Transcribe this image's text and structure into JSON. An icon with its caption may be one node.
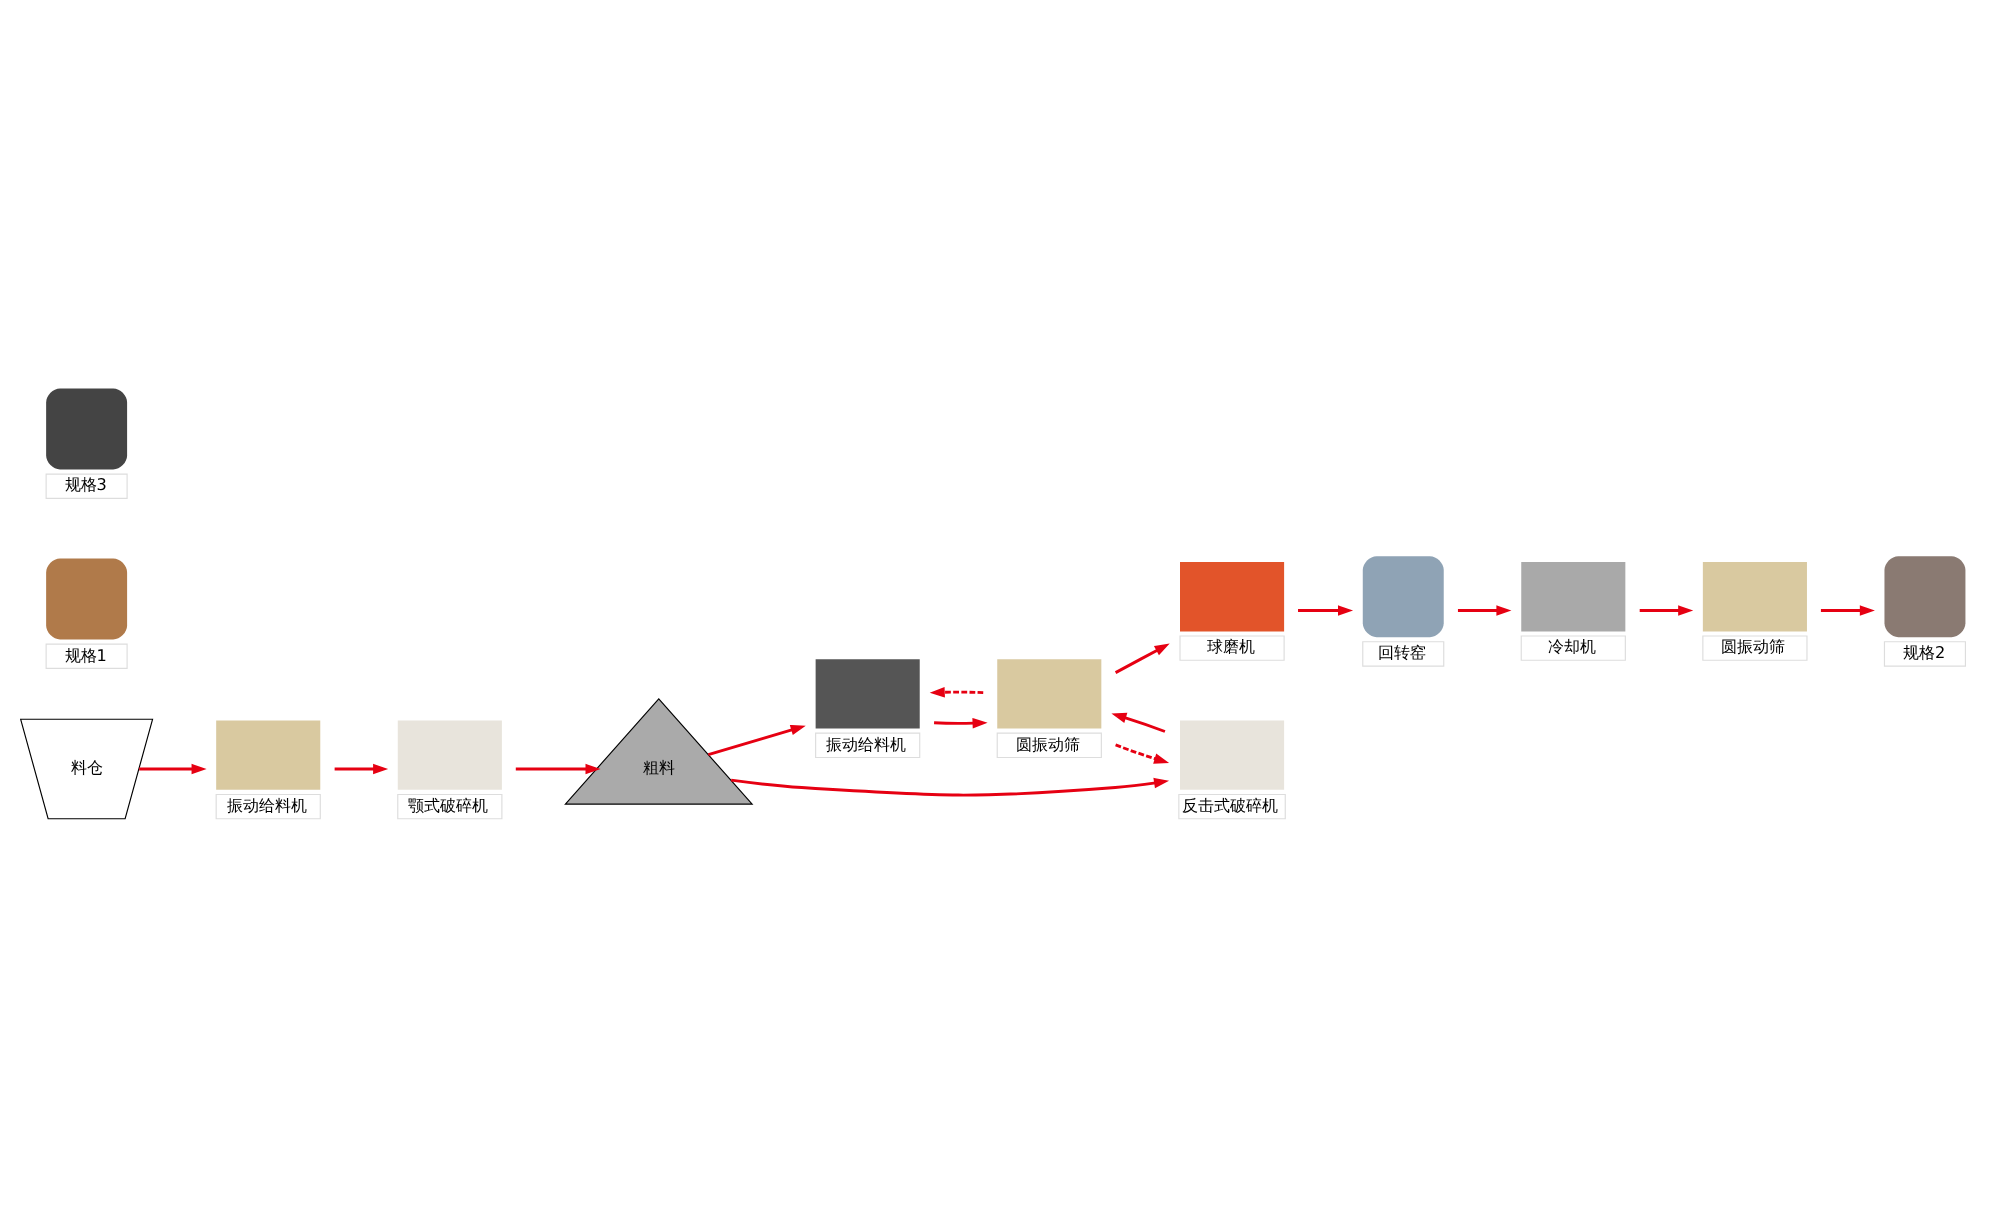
{
  "diagram": {
    "nodes": [
      {
        "text": [
          "料仓"
        ]
      },
      {
        "text": [],
        "shape": "box",
        "beside": [
          "振动给料机"
        ]
      },
      {
        "text": [],
        "shape": "box",
        "beside": [
          "颚式破碎机"
        ]
      },
      {
        "text": [
          "粗料"
        ]
      },
      {
        "text": [],
        "shape": "box",
        "beside": [
          "振动给料机"
        ]
      },
      {
        "text": [],
        "shape": "box",
        "beside": [
          "反击式破碎机"
        ]
      },
      {
        "text": [],
        "shape": "box",
        "beside": [
          "圆振动筛"
        ]
      },
      {
        "text": [],
        "shape": "box",
        "beside": [
          "球磨机"
        ]
      },
      {
        "text": [],
        "shape": "circle",
        "beside": [
          "回转窑"
        ]
      },
      {
        "text": [],
        "shape": "box",
        "beside": [
          "冷却机"
        ]
      },
      {
        "text": [],
        "shape": "box",
        "beside": [
          "圆振动筛"
        ]
      },
      {
        "text": [],
        "shape": "circle",
        "beside": [
          "规格1"
        ]
      },
      {
        "text": [],
        "shape": "circle",
        "beside": [
          "规格2"
        ]
      },
      {
        "text": [],
        "shape": "circle",
        "beside": [
          "规格3"
        ]
      }
    ],
    "edges": [
      {
        "from": 0,
        "to": 1,
        "arrow": "to"
      },
      {
        "from": 1,
        "to": 2,
        "arrow": "to"
      },
      {
        "from": 2,
        "to": 3,
        "arrow": "to"
      },
      {
        "from": 3,
        "to": 4,
        "arrow": "to"
      },
      {
        "from": 3,
        "to": 5,
        "arrow": "to"
      },
      {
        "from": 4,
        "to": 6,
        "arrow": "to"
      },
      {
        "from": 6,
        "to": 4,
        "arrow": "to",
        "style": "dashed"
      },
      {
        "from": 5,
        "to": 6,
        "arrow": "to"
      },
      {
        "from": 6,
        "to": 5,
        "arrow": "to",
        "style": "dashed"
      },
      {
        "from": 6,
        "to": 7,
        "arrow": "to"
      },
      {
        "from": 7,
        "to": 8,
        "arrow": "to"
      },
      {
        "from": 8,
        "to": 9,
        "arrow": "to"
      },
      {
        "from": 9,
        "to": 10,
        "arrow": "to"
      },
      {
        "from": 10,
        "to": 12,
        "arrow": "to"
      }
    ]
  }
}
